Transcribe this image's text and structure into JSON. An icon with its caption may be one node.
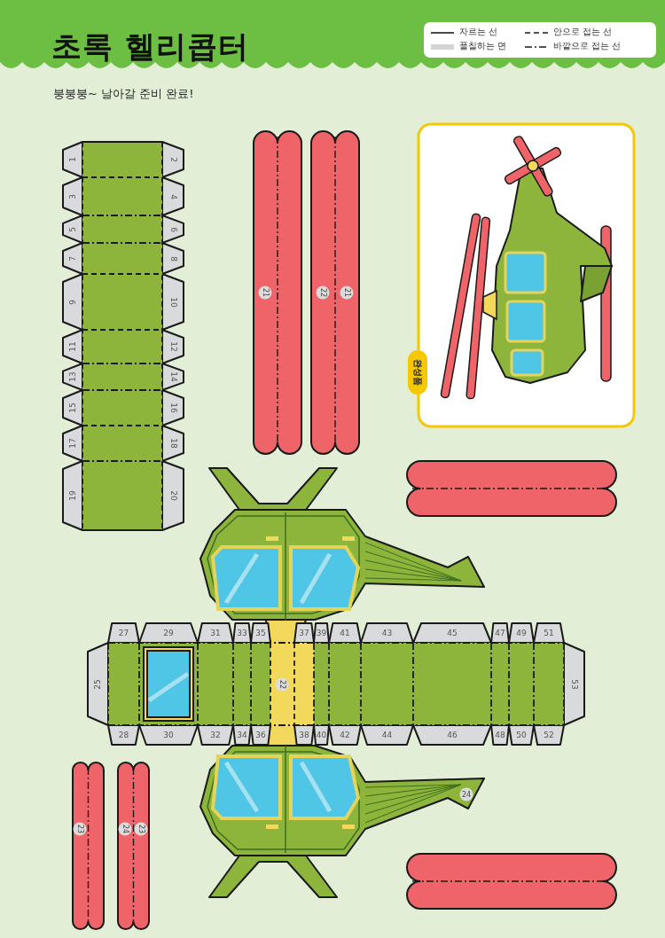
{
  "diagram": {
    "title": "초록 헬리콥터",
    "labels": [
      "붕붕붕~ 날아갈 준비 완료!",
      "1",
      "2",
      "3",
      "4",
      "5",
      "6",
      "7",
      "8",
      "9",
      "10",
      "11",
      "12",
      "13",
      "14",
      "15",
      "16",
      "17",
      "18",
      "19",
      "20",
      "21",
      "22",
      "21",
      "완성품",
      "27",
      "29",
      "31",
      "33",
      "35",
      "37",
      "39",
      "41",
      "43",
      "45",
      "47",
      "49",
      "51",
      "25",
      "22",
      "53",
      "28",
      "30",
      "32",
      "34",
      "36",
      "38",
      "40",
      "42",
      "44",
      "46",
      "48",
      "50",
      "52",
      "23",
      "24",
      "23",
      "24"
    ],
    "legend": [
      {
        "text": "자르는 선"
      },
      {
        "text": "안으로 접는 선"
      },
      {
        "text": "풀칠하는 면",
        "color": "#d4d4d4"
      },
      {
        "text": "바깥으로 접는 선"
      }
    ]
  }
}
